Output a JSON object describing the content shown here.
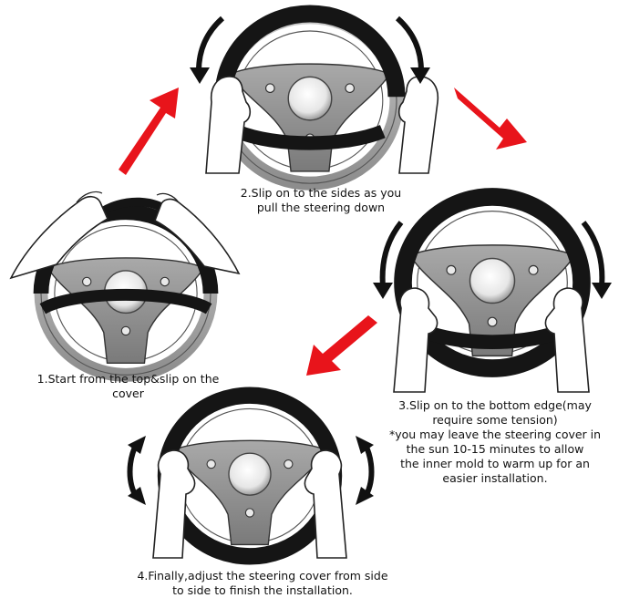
{
  "steps": [
    {
      "label_lines": [
        "1.Start from the top&slip on the",
        "cover"
      ]
    },
    {
      "label_lines": [
        "2.Slip on to the sides as you",
        "pull the steering down"
      ]
    },
    {
      "label_lines": [
        "3.Slip on to the bottom edge(may",
        "require some tension)",
        "*you may leave the steering cover in",
        "the sun 10-15 minutes to allow",
        "the inner mold to warm up for an",
        "easier installation."
      ]
    },
    {
      "label_lines": [
        "4.Finally,adjust the steering cover from side",
        "to side to finish the installation."
      ]
    }
  ],
  "colors": {
    "arrow": "#e8141b",
    "cover": "#151515",
    "wheel_rim": "#9b9b9b",
    "spoke": "#8a8a8a",
    "hub": "#f2f2f2",
    "hand_fill": "#ffffff",
    "hand_stroke": "#222222",
    "side_arrow": "#111111"
  },
  "icons": {
    "wheel": "steering-wheel-icon",
    "hands": "hands-icon",
    "flow_arrow": "red-arrow-icon",
    "motion_arrow": "curved-arrow-icon"
  }
}
